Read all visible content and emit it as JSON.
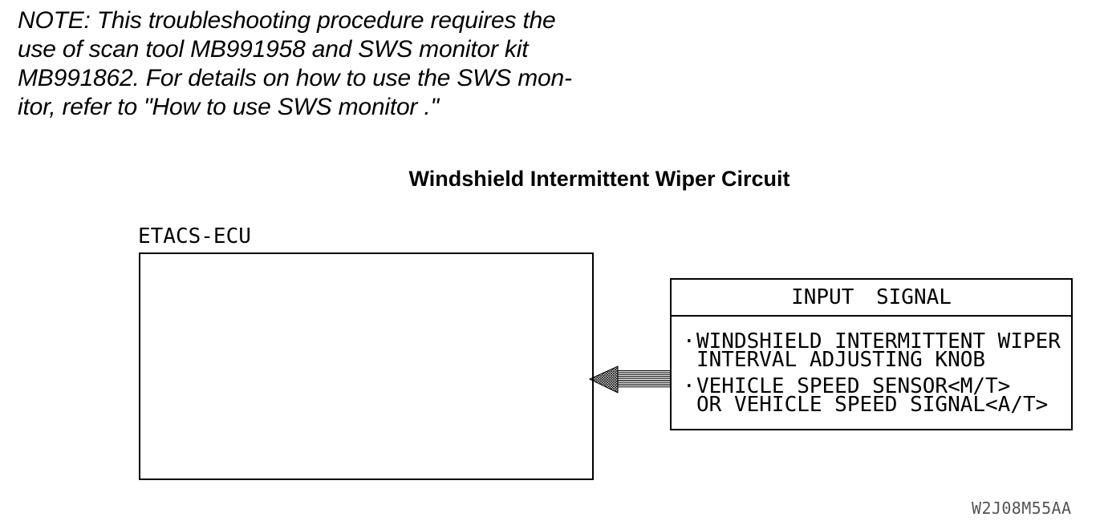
{
  "note": {
    "lines": [
      "NOTE: This troubleshooting procedure requires the",
      "use of scan tool MB991958 and SWS monitor kit",
      "MB991862. For details on how to use the SWS mon-",
      "itor, refer to \"How to use SWS monitor .\""
    ]
  },
  "diagram": {
    "title": "Windshield Intermittent Wiper Circuit",
    "ecu_box": {
      "label": "ETACS-ECU"
    },
    "input_signal_box": {
      "header": "INPUT SIGNAL",
      "bullet": "·",
      "items": [
        {
          "lines": [
            "WINDSHIELD INTERMITTENT WIPER",
            "INTERVAL ADJUSTING KNOB"
          ]
        },
        {
          "lines": [
            "VEHICLE SPEED SENSOR<M/T>",
            "OR VEHICLE SPEED SIGNAL<A/T>"
          ]
        }
      ]
    },
    "figure_code": "W2J08M55AA"
  },
  "colors": {
    "ink": "#000000",
    "figure_code_gray": "#555555",
    "background": "#ffffff"
  }
}
